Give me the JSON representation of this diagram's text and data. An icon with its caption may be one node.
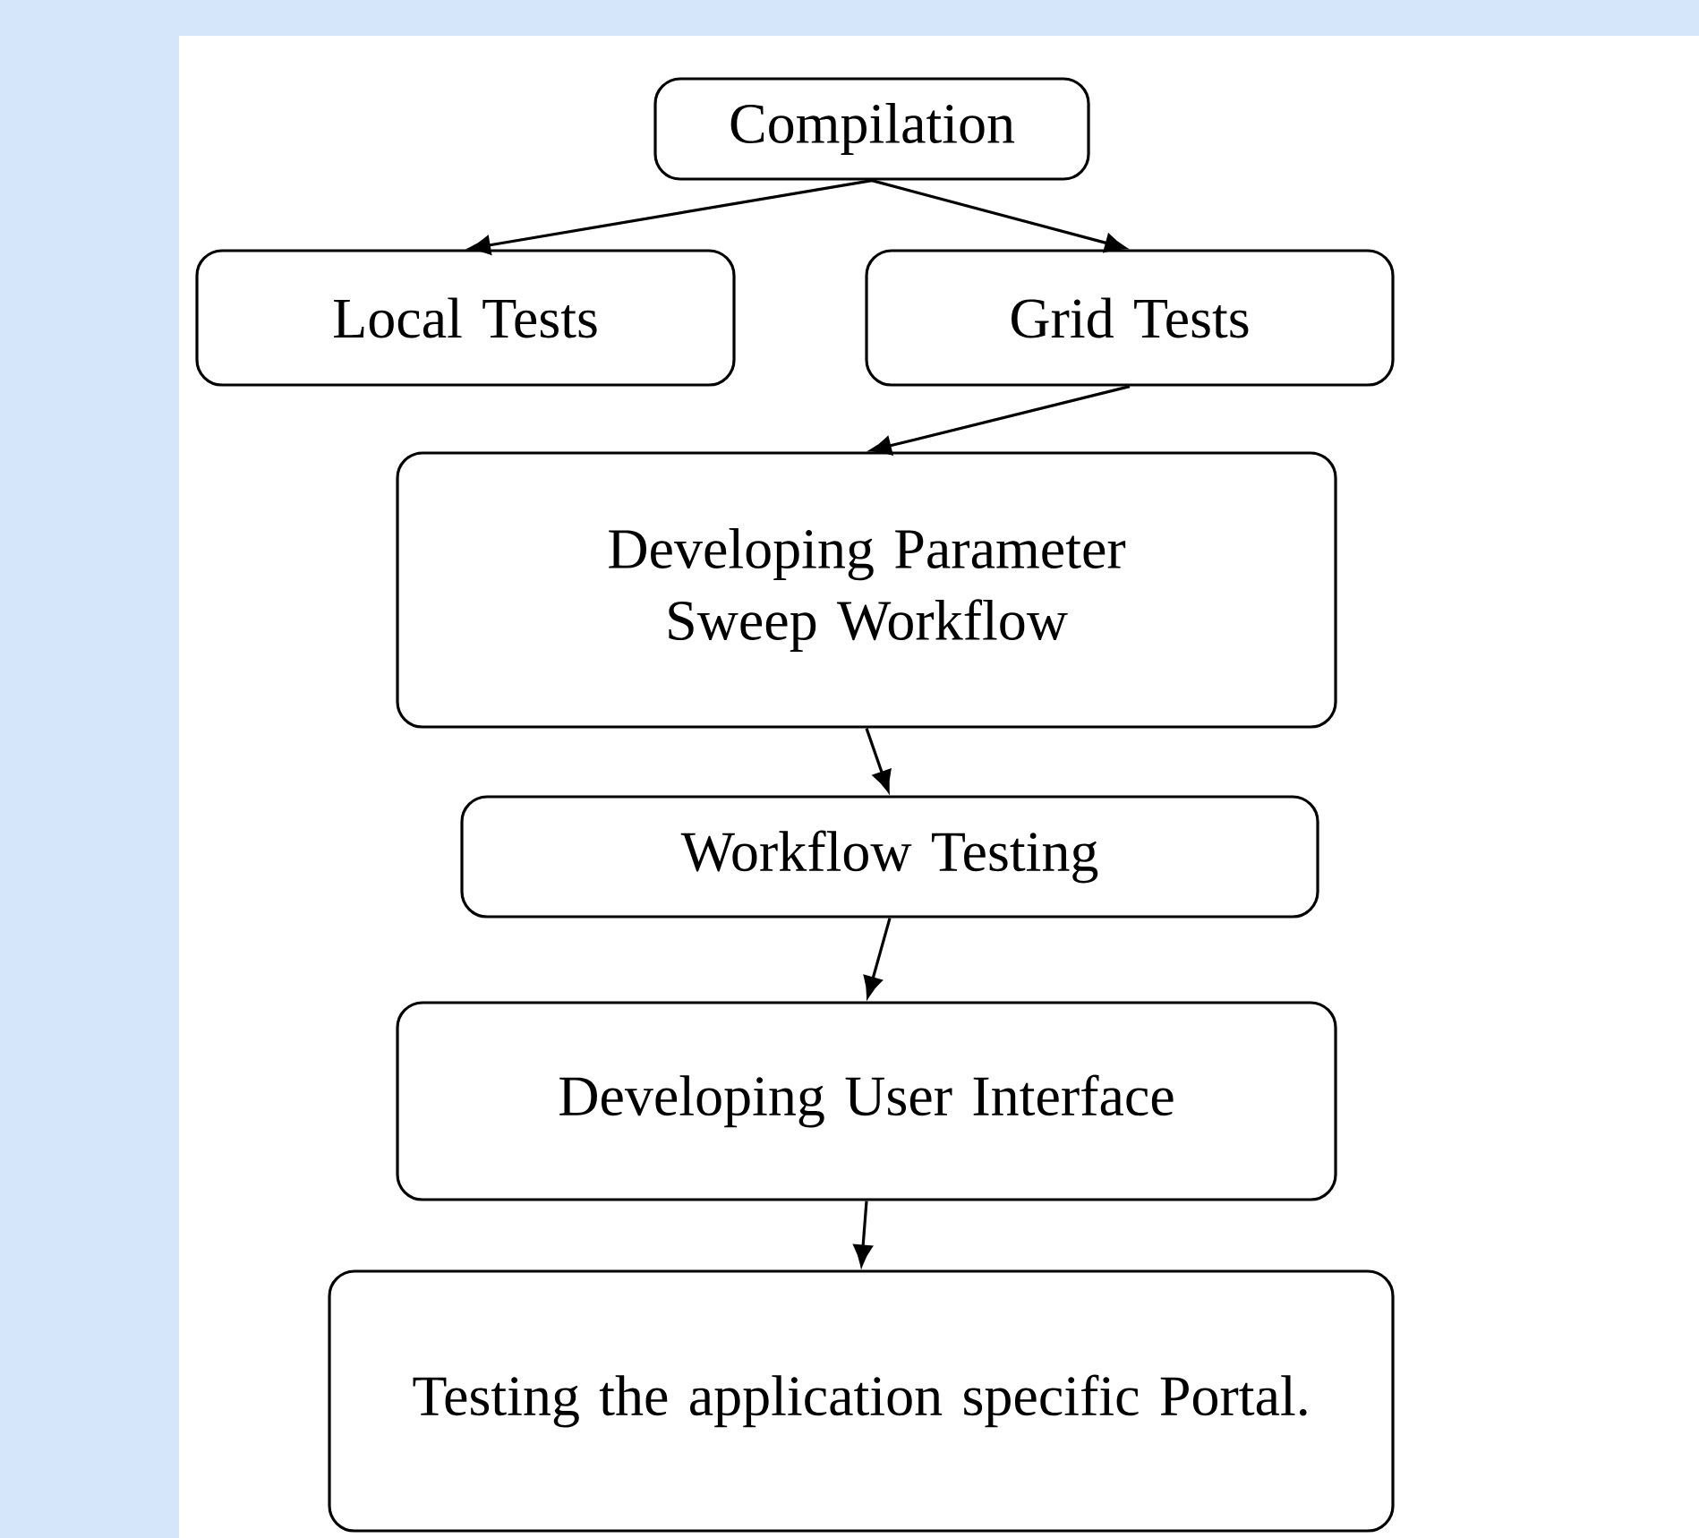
{
  "diagram": {
    "nodes": [
      {
        "text": [
          "Compilation"
        ]
      },
      {
        "text": [
          "Local Tests"
        ]
      },
      {
        "text": [
          "Grid Tests"
        ]
      },
      {
        "text": [
          "Developing Parameter Sweep Workflow"
        ]
      },
      {
        "text": [
          "Workflow Testing"
        ]
      },
      {
        "text": [
          "Developing User Interface"
        ]
      },
      {
        "text": [
          "Testing the application specific Portal."
        ]
      }
    ],
    "edges": [
      {
        "from": 0,
        "to": 1,
        "arrow": "to"
      },
      {
        "from": 0,
        "to": 2,
        "arrow": "to"
      },
      {
        "from": 2,
        "to": 3,
        "arrow": "to"
      },
      {
        "from": 3,
        "to": 4,
        "arrow": "to"
      },
      {
        "from": 4,
        "to": 5,
        "arrow": "to"
      },
      {
        "from": 5,
        "to": 6,
        "arrow": "to"
      }
    ]
  }
}
